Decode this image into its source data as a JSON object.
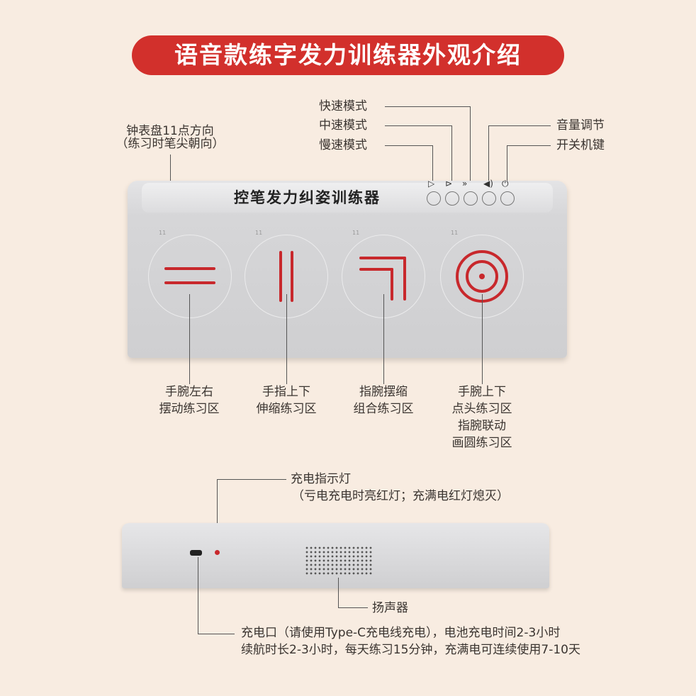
{
  "title": "语音款练字发力训练器外观介绍",
  "device_name": "控笔发力纠姿训练器",
  "top_labels": {
    "clock_line1": "钟表盘11点方向",
    "clock_line2": "（练习时笔尖朝向）",
    "fast": "快速模式",
    "medium": "中速模式",
    "slow": "慢速模式",
    "volume": "音量调节",
    "power": "开关机键"
  },
  "zones": [
    {
      "line1": "手腕左右",
      "line2": "摆动练习区"
    },
    {
      "line1": "手指上下",
      "line2": "伸缩练习区"
    },
    {
      "line1": "指腕摆缩",
      "line2": "组合练习区"
    },
    {
      "line1": "手腕上下",
      "line2": "点头练习区",
      "line3": "指腕联动",
      "line4": "画圆练习区"
    }
  ],
  "clock_mark": "11",
  "bottom_labels": {
    "led_line1": "充电指示灯",
    "led_line2": "（亏电充电时亮红灯；充满电红灯熄灭）",
    "speaker": "扬声器",
    "port_line1": "充电口（请使用Type-C充电线充电），电池充电时间2-3小时",
    "port_line2": "续航时长2-3小时，每天练习15分钟，充满电可连续使用7-10天"
  },
  "colors": {
    "accent": "#d2302c",
    "groove": "#c8282c",
    "background": "#f8ece1"
  }
}
